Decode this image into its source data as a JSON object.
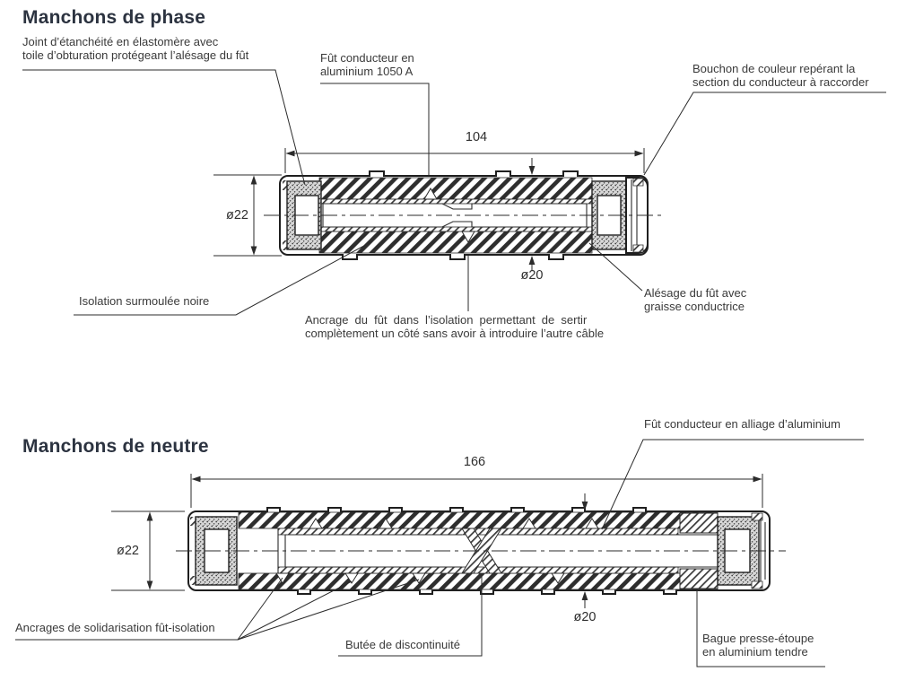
{
  "page": {
    "background": "#ffffff",
    "line_color": "#2b2b2b",
    "title_color": "#2c3340",
    "label_color": "#3a3a3a"
  },
  "phase": {
    "title": "Manchons de phase",
    "dim_length": "104",
    "dim_outer": "ø22",
    "dim_bore": "ø20",
    "label_joint_1": "Joint d’étanchéité en élastomère avec",
    "label_joint_2": "toile d’obturation protégeant l’alésage du fût",
    "label_fut_1": "Fût conducteur en",
    "label_fut_2": "aluminium 1050 A",
    "label_bouchon_1": "Bouchon de couleur repérant la",
    "label_bouchon_2": "section du conducteur à raccorder",
    "label_isolation": "Isolation surmoulée noire",
    "label_ancrage_1": "Ancrage du fût dans l’isolation permettant de sertir",
    "label_ancrage_2": "complètement un côté sans avoir à introduire l’autre câble",
    "label_alesage_1": "Alésage du fût avec",
    "label_alesage_2": "graisse conductrice"
  },
  "neutre": {
    "title": "Manchons de neutre",
    "dim_length": "166",
    "dim_outer": "ø22",
    "dim_bore": "ø20",
    "label_fut": "Fût conducteur en alliage d’aluminium",
    "label_ancrages": "Ancrages de solidarisation fût-isolation",
    "label_butee": "Butée de discontinuité",
    "label_bague_1": "Bague presse-étoupe",
    "label_bague_2": "en aluminium tendre"
  }
}
